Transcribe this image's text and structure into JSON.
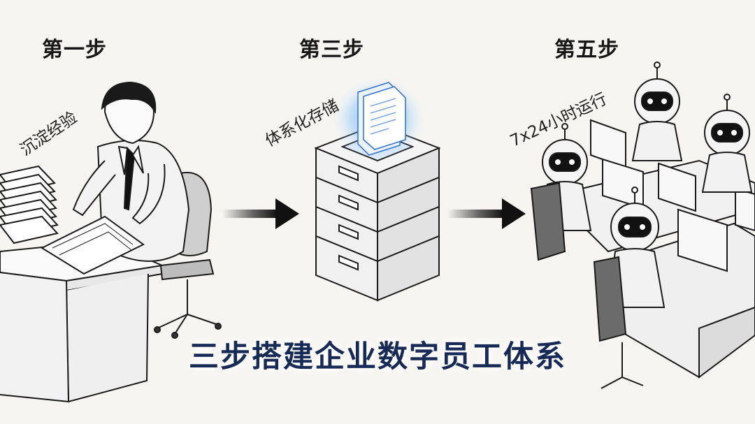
{
  "steps": [
    {
      "heading": "第一步",
      "caption": "沉淀经验"
    },
    {
      "heading": "第三步",
      "caption": "体系化存储"
    },
    {
      "heading": "第五步",
      "caption": "7x24小时运行"
    }
  ],
  "main_title": "三步搭建企业数字员工体系",
  "colors": {
    "title": "#172a55",
    "ink": "#1a1a1a",
    "paper_bg": "#f6f5f1",
    "document_glow": "#2f8fff"
  },
  "icons": [
    "person-at-desk-icon",
    "server-storage-icon",
    "glowing-document-icon",
    "robot-workers-icon",
    "arrow-right-icon"
  ]
}
